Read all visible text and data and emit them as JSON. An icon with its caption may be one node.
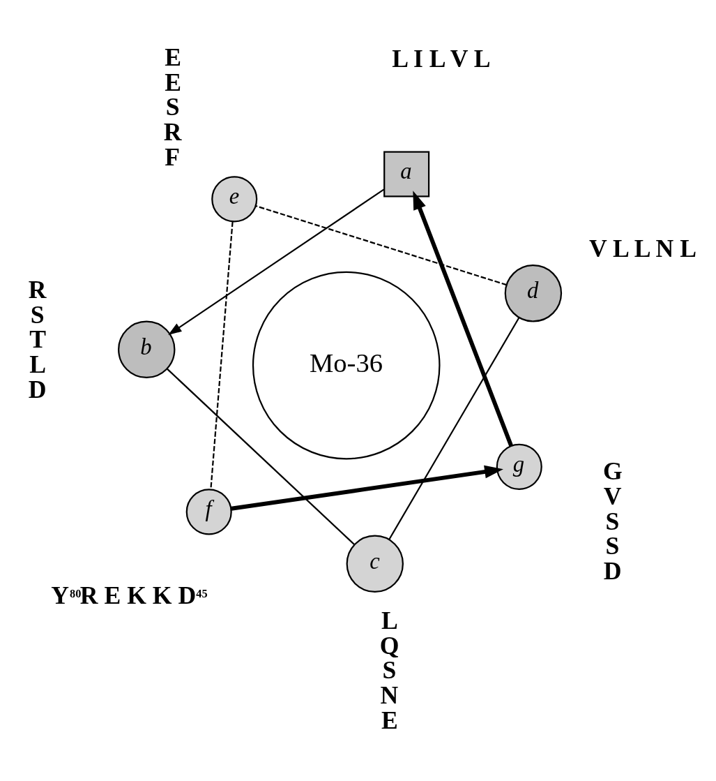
{
  "diagram": {
    "nodes": [
      {
        "text": [
          "Mo-36"
        ]
      },
      {
        "text": [
          "g"
        ],
        "beside": [
          "G V S S D"
        ]
      },
      {
        "text": [
          "c"
        ],
        "beside": [
          "L Q S N E"
        ]
      },
      {
        "text": [
          "d"
        ],
        "beside": [
          "V L L N L"
        ]
      },
      {
        "text": [
          "f"
        ],
        "beside": [
          "Y$^{80}$R E K K D$^{45}$"
        ]
      },
      {
        "text": [
          "a"
        ],
        "beside": [
          "L I L V L"
        ]
      },
      {
        "text": [
          "b"
        ],
        "beside": [
          "R S T L D"
        ]
      },
      {
        "text": [
          "e"
        ],
        "beside": [
          "E E S R F"
        ]
      }
    ],
    "edges": [
      {
        "from": 5,
        "to": 6,
        "arrow": "to"
      },
      {
        "from": 6,
        "to": 2,
        "arrow": "none"
      },
      {
        "from": 2,
        "to": 3,
        "arrow": "none"
      },
      {
        "from": 3,
        "to": 7,
        "arrow": "none",
        "style": "dashed"
      },
      {
        "from": 7,
        "to": 4,
        "arrow": "none",
        "style": "dashed"
      },
      {
        "from": 4,
        "to": 1,
        "arrow": "to",
        "style": "thick"
      },
      {
        "from": 1,
        "to": 5,
        "arrow": "to",
        "style": "thick"
      }
    ]
  }
}
